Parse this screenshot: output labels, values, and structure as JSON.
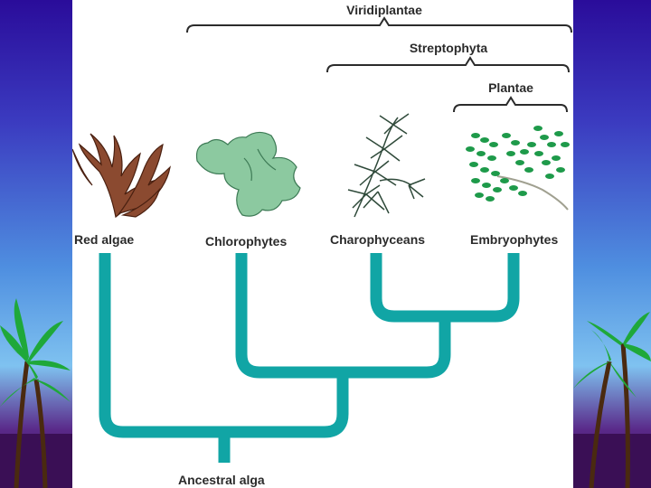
{
  "clades": {
    "viridiplantae": "Viridiplantae",
    "streptophyta": "Streptophyta",
    "plantae": "Plantae"
  },
  "taxa": {
    "red_algae": "Red algae",
    "chlorophytes": "Chlorophytes",
    "charophyceans": "Charophyceans",
    "embryophytes": "Embryophytes"
  },
  "root_label": "Ancestral alga",
  "colors": {
    "tree": "#11a5a5",
    "red_algae": "#8b4a30",
    "chlorophytes": "#8cc9a0",
    "charophyceans": "#2f4a3a",
    "embryophytes": "#1e9a4a"
  }
}
